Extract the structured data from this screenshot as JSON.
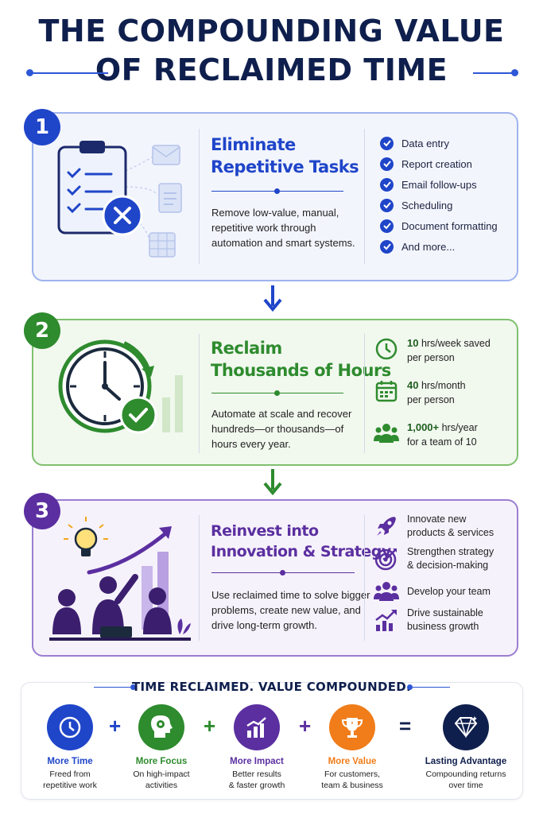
{
  "title": {
    "line1": "THE COMPOUNDING VALUE",
    "line2": "OF RECLAIMED TIME"
  },
  "colors": {
    "blue": "#1f45c9",
    "green": "#2e8b2e",
    "purple": "#5b2fa0",
    "orange": "#f07d1a",
    "navy": "#0f1f4d"
  },
  "step1": {
    "number": "1",
    "heading_line1": "Eliminate",
    "heading_line2": "Repetitive Tasks",
    "desc_line1": "Remove low-value, manual,",
    "desc_line2": "repetitive work through",
    "desc_line3": "automation and smart systems.",
    "tasks": [
      "Data entry",
      "Report creation",
      "Email follow-ups",
      "Scheduling",
      "Document formatting",
      "And more..."
    ]
  },
  "step2": {
    "number": "2",
    "heading_line1": "Reclaim",
    "heading_line2": "Thousands of Hours",
    "desc_line1": "Automate at scale and recover",
    "desc_line2": "hundreds—or thousands—of",
    "desc_line3": "hours every year.",
    "stats": [
      {
        "icon": "clock-icon",
        "value": "10",
        "unit": " hrs/week saved",
        "sub": "per person"
      },
      {
        "icon": "calendar-icon",
        "value": "40",
        "unit": " hrs/month",
        "sub": "per person"
      },
      {
        "icon": "team-icon",
        "value": "1,000+",
        "unit": " hrs/year",
        "sub": "for a team of 10"
      }
    ]
  },
  "step3": {
    "number": "3",
    "heading_line1": "Reinvest into",
    "heading_line2": "Innovation & Strategy",
    "desc_line1": "Use reclaimed time to solve bigger",
    "desc_line2": "problems, create new value, and",
    "desc_line3": "drive long-term growth.",
    "items": [
      {
        "icon": "rocket-icon",
        "line1": "Innovate new",
        "line2": "products & services"
      },
      {
        "icon": "target-icon",
        "line1": "Strengthen strategy",
        "line2": "& decision-making"
      },
      {
        "icon": "people-icon",
        "line1": "Develop your team",
        "line2": ""
      },
      {
        "icon": "growth-chart-icon",
        "line1": "Drive sustainable",
        "line2": "business growth"
      }
    ]
  },
  "bottom": {
    "title": "TIME RECLAIMED. VALUE COMPOUNDED.",
    "operators": [
      "+",
      "+",
      "+",
      "="
    ],
    "cols": [
      {
        "label": "More Time",
        "sub1": "Freed from",
        "sub2": "repetitive work",
        "color": "#1f45c9"
      },
      {
        "label": "More Focus",
        "sub1": "On high-impact",
        "sub2": "activities",
        "color": "#2e8b2e"
      },
      {
        "label": "More Impact",
        "sub1": "Better results",
        "sub2": "& faster growth",
        "color": "#5b2fa0"
      },
      {
        "label": "More Value",
        "sub1": "For customers,",
        "sub2": "team & business",
        "color": "#f07d1a"
      },
      {
        "label": "Lasting Advantage",
        "sub1": "Compounding returns",
        "sub2": "over time",
        "color": "#0f1f4d"
      }
    ]
  }
}
